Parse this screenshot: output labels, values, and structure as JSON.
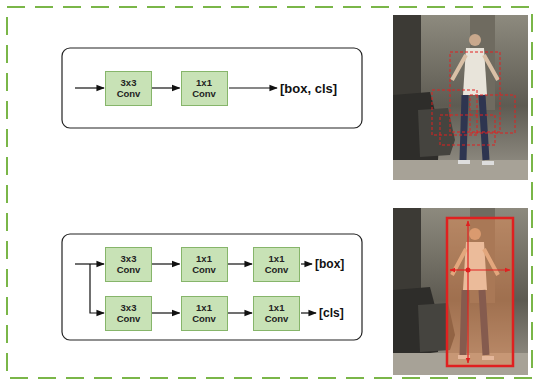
{
  "diagram": {
    "nodes": [
      {
        "text": [
          "3x3 Conv"
        ]
      },
      {
        "text": [
          "1x1 Conv"
        ]
      },
      {
        "text": [
          "3x3 Conv"
        ]
      },
      {
        "text": [
          "1x1 Conv"
        ]
      },
      {
        "text": [
          "1x1 Conv"
        ]
      },
      {
        "text": [
          "3x3 Conv"
        ]
      },
      {
        "text": [
          "1x1 Conv"
        ]
      },
      {
        "text": [
          "1x1 Conv"
        ]
      }
    ],
    "edges": [
      {
        "from": 0,
        "to": 1,
        "arrow": "to"
      },
      {
        "from": 2,
        "to": 3,
        "arrow": "to"
      },
      {
        "from": 3,
        "to": 4,
        "arrow": "to"
      },
      {
        "from": 5,
        "to": 6,
        "arrow": "to"
      },
      {
        "from": 6,
        "to": 7,
        "arrow": "to"
      }
    ],
    "labels": [
      "[box, cls]",
      "[box]",
      "[cls]"
    ]
  }
}
